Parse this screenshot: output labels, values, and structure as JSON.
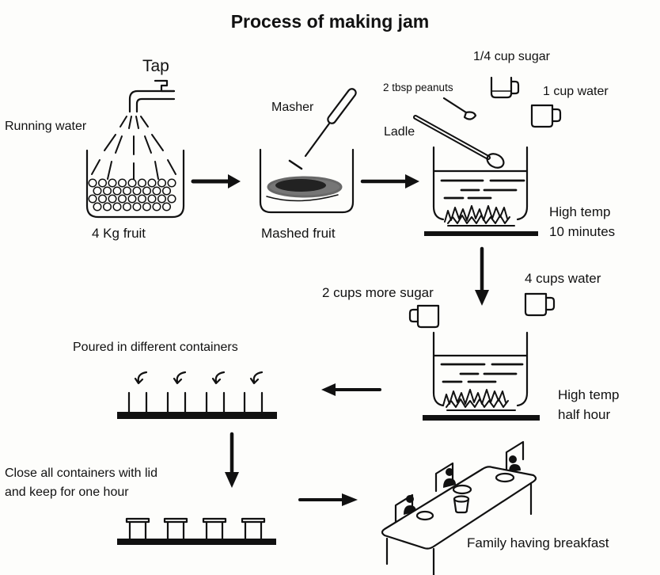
{
  "title": "Process of making jam",
  "steps": {
    "washing": {
      "tap_label": "Tap",
      "water_label": "Running water",
      "caption": "4 Kg fruit"
    },
    "mashing": {
      "tool_label": "Masher",
      "caption": "Mashed fruit"
    },
    "first_boil": {
      "ingredients": [
        "1/4 cup sugar",
        "2 tbsp peanuts",
        "1 cup water"
      ],
      "tool_label": "Ladle",
      "heat": "High temp",
      "duration": "10 minutes"
    },
    "second_boil": {
      "ingredients": [
        "2 cups more sugar",
        "4 cups water"
      ],
      "heat": "High temp",
      "duration": "half hour"
    },
    "pouring": {
      "caption": "Poured in different containers"
    },
    "closing": {
      "caption_line1": "Close all containers with lid",
      "caption_line2": "and keep for one hour"
    },
    "serving": {
      "caption": "Family having breakfast"
    }
  },
  "colors": {
    "ink": "#111111",
    "background": "#fdfdfb"
  }
}
